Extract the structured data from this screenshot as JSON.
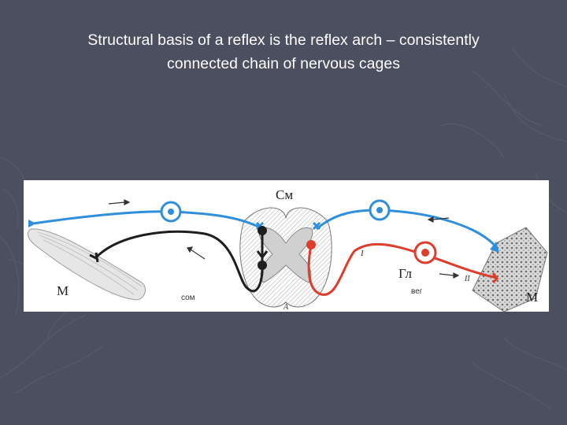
{
  "slide": {
    "title_line1": "Structural basis of a reflex is the reflex arch – consistently",
    "title_line2": "connected chain of nervous cages"
  },
  "diagram": {
    "label_spinal_cord": "См",
    "label_ganglion": "Гл",
    "label_muscle_left": "М",
    "label_muscle_right": "М",
    "label_somatic": "сом",
    "label_vegetative": "вег",
    "label_roman_one": "I",
    "label_roman_two": "II",
    "label_a": "A"
  },
  "colors": {
    "background": "#4b4f5f",
    "sensory": "#2f8fdc",
    "somatic": "#1e1e1e",
    "vegetative": "#e03c2c"
  }
}
